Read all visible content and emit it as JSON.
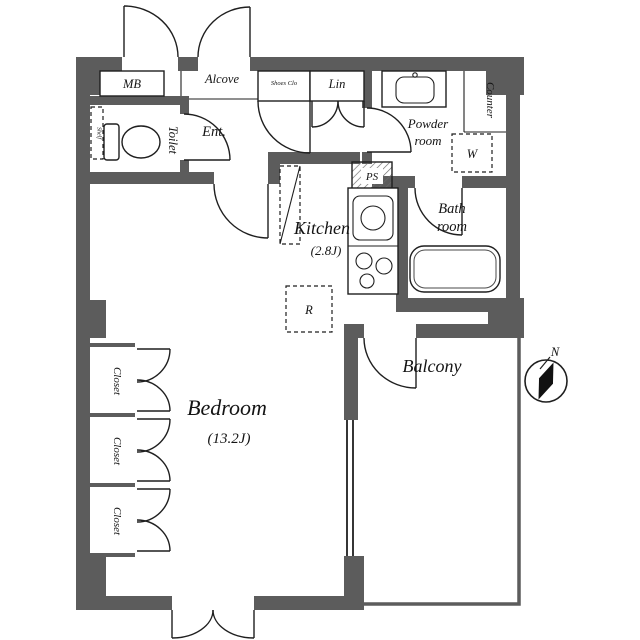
{
  "plan": {
    "rooms": {
      "mb": "MB",
      "alcove": "Alcove",
      "shoes_closet": "Shoes Clo",
      "linen": "Lin",
      "powder_line1": "Powder",
      "powder_line2": "room",
      "counter": "Counter",
      "washer": "W",
      "toilet": "Toilet",
      "shelf": "Shelf",
      "entrance": "Ent.",
      "pipe_space": "PS",
      "kitchen": "Kitchen",
      "kitchen_size": "(2.8J)",
      "bath_line1": "Bath",
      "bath_line2": "room",
      "refrigerator": "R",
      "bedroom": "Bedroom",
      "bedroom_size": "(13.2J)",
      "balcony": "Balcony",
      "closet1": "Closet",
      "closet2": "Closet",
      "closet3": "Closet"
    },
    "compass": {
      "north": "N"
    },
    "colors": {
      "wall": "#5c5c5c",
      "line": "#1f1f1f",
      "background": "#ffffff"
    }
  }
}
